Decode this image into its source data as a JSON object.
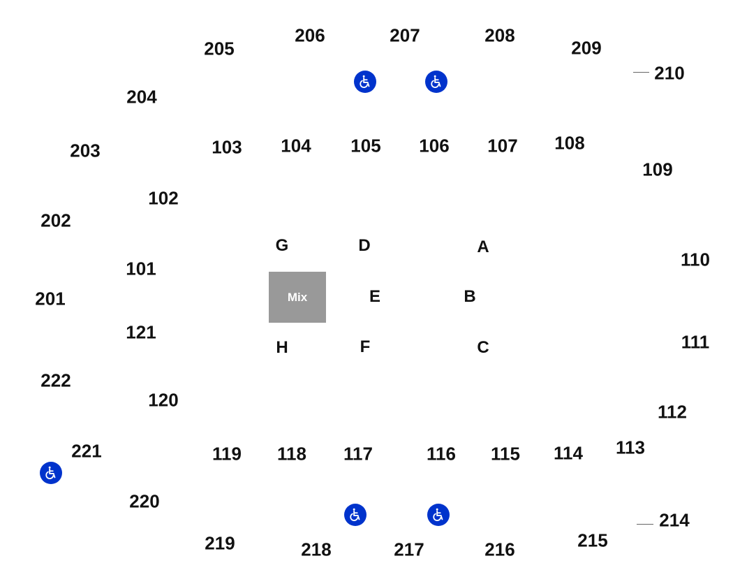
{
  "upper_sections": [
    "205",
    "206",
    "207",
    "208",
    "209",
    "210",
    "204",
    "203",
    "202",
    "201",
    "222",
    "221",
    "220",
    "219",
    "218",
    "217",
    "216",
    "215",
    "214"
  ],
  "lower_sections": [
    "103",
    "104",
    "105",
    "106",
    "107",
    "108",
    "109",
    "110",
    "111",
    "112",
    "113",
    "114",
    "115",
    "116",
    "117",
    "118",
    "119",
    "120",
    "121",
    "101",
    "102"
  ],
  "floor_sections": [
    "G",
    "D",
    "A",
    "E",
    "B",
    "H",
    "F",
    "C"
  ],
  "mix_label": "Mix",
  "colors": {
    "accessible": "#0033cc",
    "mix": "#999999"
  },
  "icons": [
    "wheelchair-icon"
  ]
}
